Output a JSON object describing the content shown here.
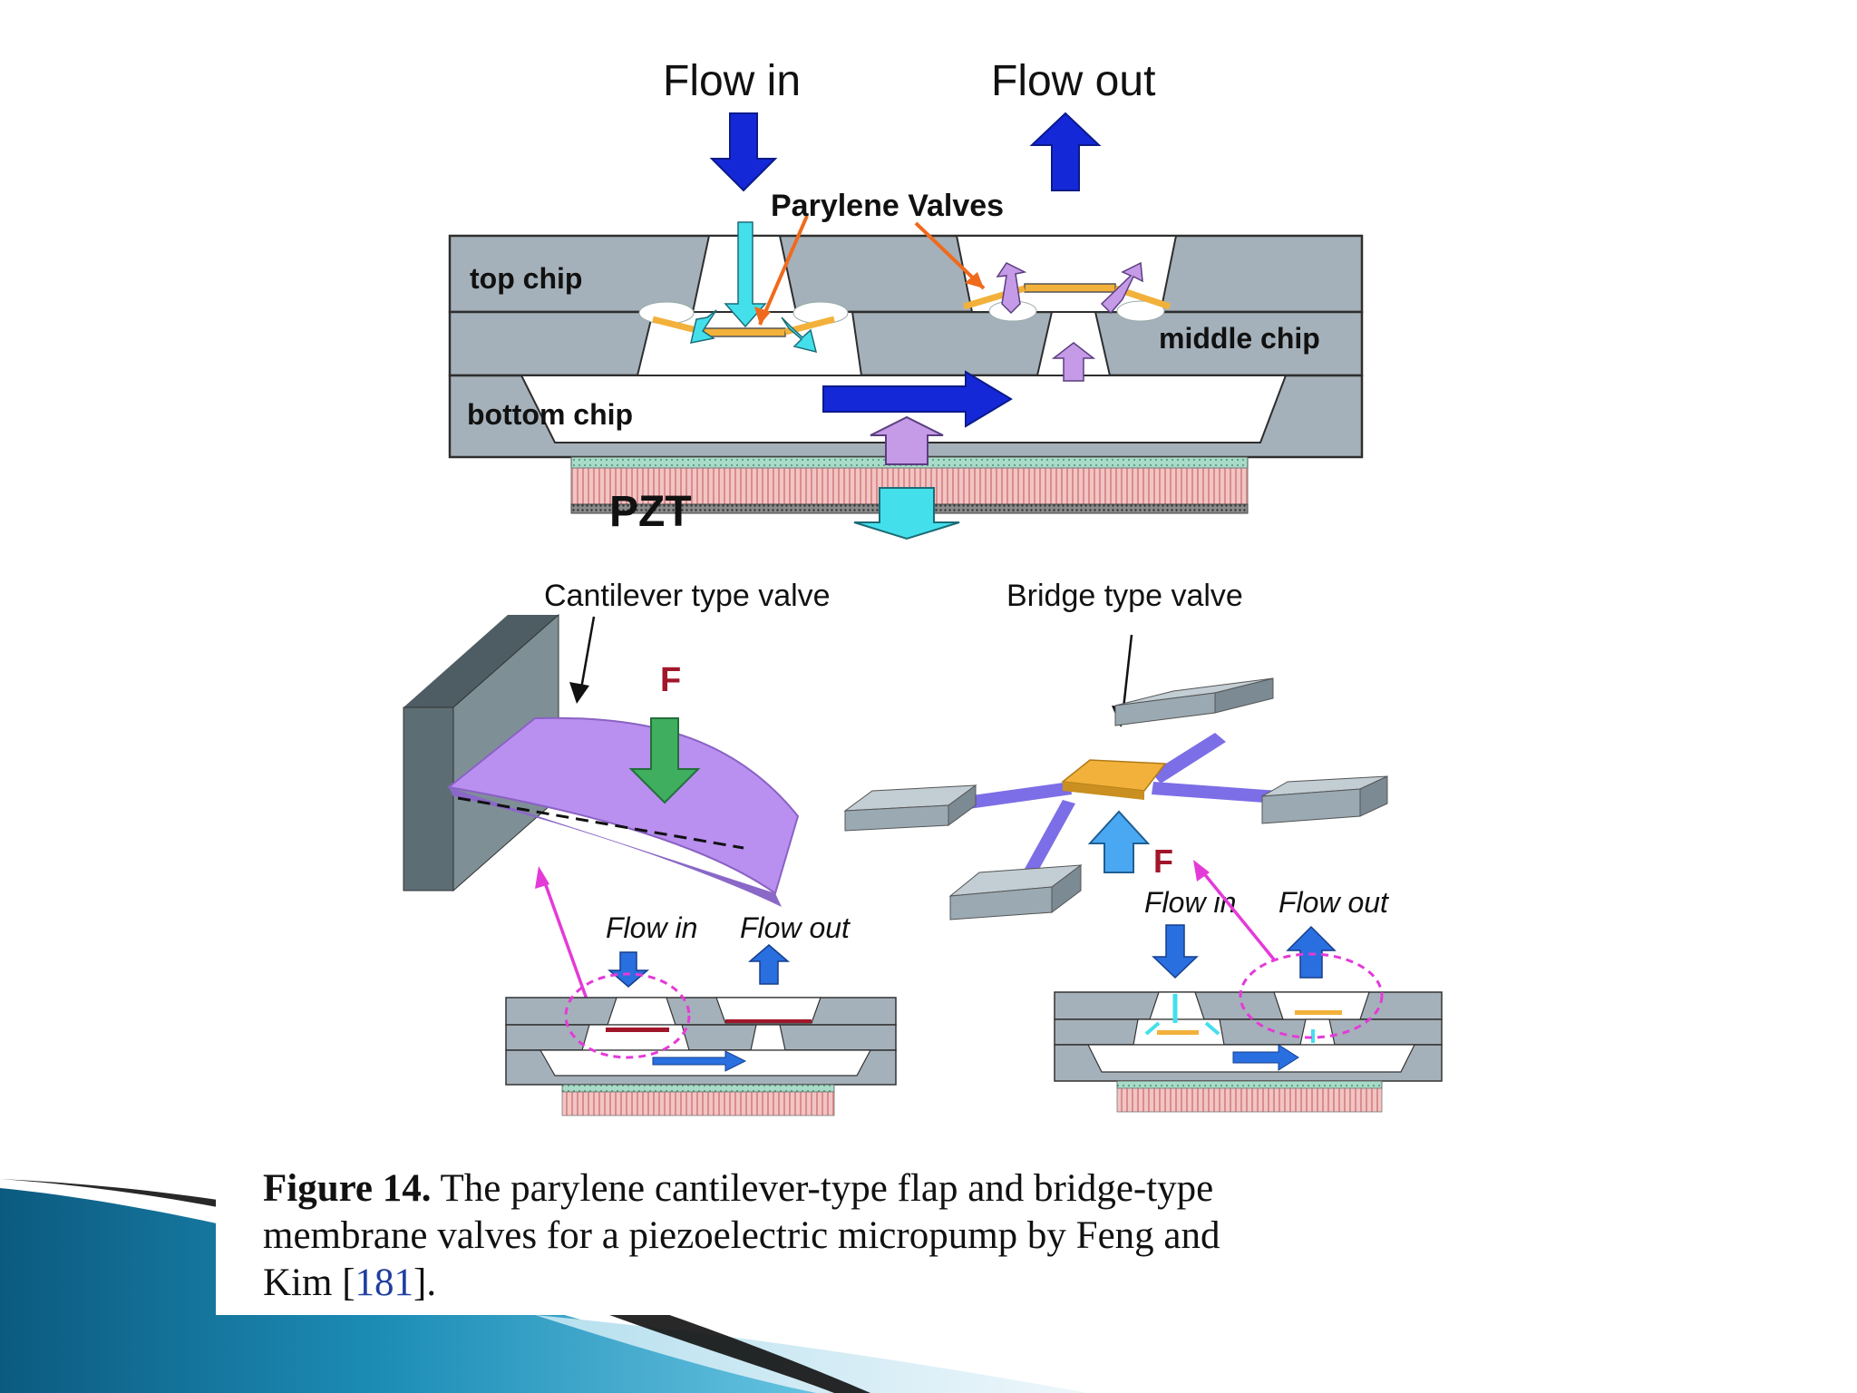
{
  "labels": {
    "flow_in": "Flow in",
    "flow_out": "Flow out",
    "parylene_valves": "Parylene Valves",
    "top_chip": "top chip",
    "middle_chip": "middle chip",
    "bottom_chip": "bottom chip",
    "pzt": "PZT",
    "cantilever_valve": "Cantilever type valve",
    "bridge_valve": "Bridge type valve",
    "force": "F",
    "small_flow_in": "Flow in",
    "small_flow_out": "Flow out"
  },
  "caption": {
    "figure_label": "Figure 14.",
    "line1": " The parylene cantilever-type flap and bridge-type",
    "line2": "membrane valves for a piezoelectric micropump by Feng and",
    "line3_prefix": "Kim [",
    "reference": "181",
    "line3_suffix": "]."
  },
  "colors": {
    "chip_gray": "#a5b1ba",
    "flow_blue": "#1428d8",
    "cyan": "#43e0ec",
    "lavender": "#c59ae6",
    "parylene_orange": "#f2b13a",
    "pointer_orange": "#f06a1c",
    "pzt_pink": "#f1b9b9",
    "force_green": "#3fae5f",
    "force_red": "#a2162a",
    "magenta": "#e43ad8",
    "accent_teal": "#1a8fb8"
  }
}
